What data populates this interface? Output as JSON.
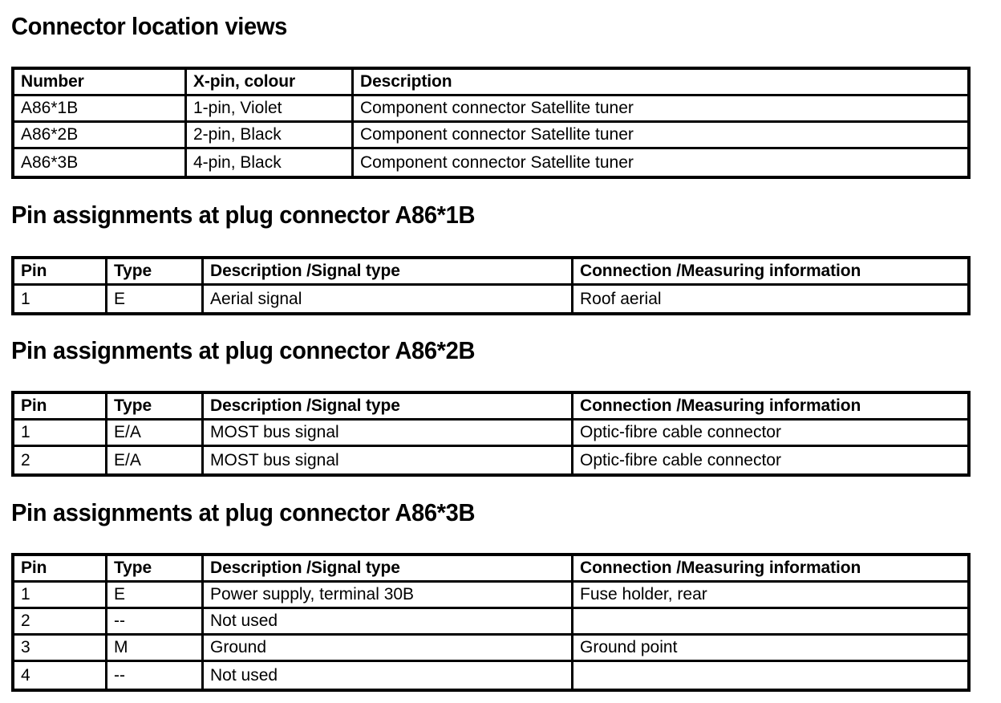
{
  "document": {
    "sections": [
      {
        "heading": "Connector location views",
        "table": {
          "columns": [
            "Number",
            "X-pin, colour",
            "Description"
          ],
          "rows": [
            [
              "A86*1B",
              "1-pin, Violet",
              "Component connector Satellite tuner"
            ],
            [
              "A86*2B",
              "2-pin, Black",
              "Component connector Satellite tuner"
            ],
            [
              "A86*3B",
              "4-pin, Black",
              "Component connector Satellite tuner"
            ]
          ]
        }
      },
      {
        "heading": "Pin assignments at plug connector A86*1B",
        "table": {
          "columns": [
            "Pin",
            "Type",
            "Description /Signal type",
            "Connection /Measuring information"
          ],
          "rows": [
            [
              "1",
              "E",
              "Aerial signal",
              "Roof aerial"
            ]
          ]
        }
      },
      {
        "heading": "Pin assignments at plug connector A86*2B",
        "table": {
          "columns": [
            "Pin",
            "Type",
            "Description /Signal type",
            "Connection /Measuring information"
          ],
          "rows": [
            [
              "1",
              "E/A",
              "MOST bus signal",
              "Optic-fibre cable connector"
            ],
            [
              "2",
              "E/A",
              "MOST bus signal",
              "Optic-fibre cable connector"
            ]
          ]
        }
      },
      {
        "heading": "Pin assignments at plug connector A86*3B",
        "table": {
          "columns": [
            "Pin",
            "Type",
            "Description /Signal type",
            "Connection /Measuring information"
          ],
          "rows": [
            [
              "1",
              "E",
              "Power supply, terminal 30B",
              "Fuse holder, rear"
            ],
            [
              "2",
              "--",
              "Not used",
              ""
            ],
            [
              "3",
              "M",
              "Ground",
              "Ground point"
            ],
            [
              "4",
              "--",
              "Not used",
              ""
            ]
          ]
        }
      }
    ]
  },
  "colors": {
    "text": "#000000",
    "background": "#ffffff",
    "rule": "#000000"
  }
}
